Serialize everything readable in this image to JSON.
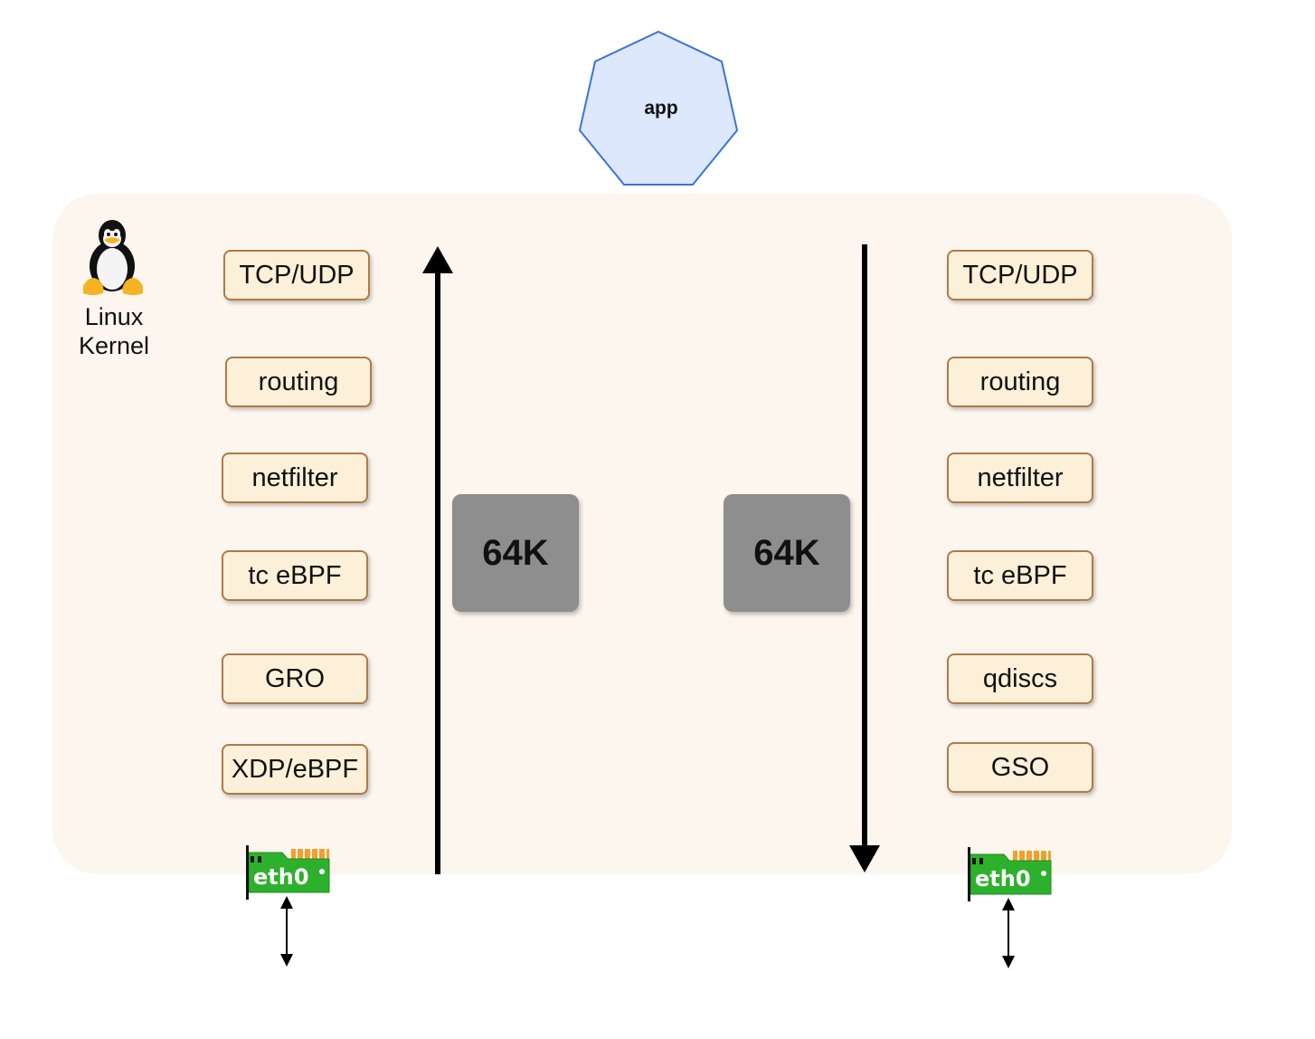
{
  "app": {
    "label": "app"
  },
  "kernel": {
    "label_line1": "Linux",
    "label_line2": "Kernel",
    "icon": "tux-penguin-icon"
  },
  "rx_path": {
    "stages": [
      "TCP/UDP",
      "routing",
      "netfilter",
      "tc eBPF",
      "GRO",
      "XDP/eBPF"
    ],
    "block_label": "64K",
    "direction": "up"
  },
  "tx_path": {
    "stages": [
      "TCP/UDP",
      "routing",
      "netfilter",
      "tc eBPF",
      "qdiscs",
      "GSO"
    ],
    "block_label": "64K",
    "direction": "down"
  },
  "nics": {
    "rx_label": "eth0",
    "tx_label": "eth0"
  },
  "colors": {
    "kernel_background": "#fdf6ee",
    "stage_fill": "#fdf0d8",
    "stage_border": "#b07a48",
    "block_fill": "#8e8e8e",
    "app_fill": "#dde8fc",
    "app_border": "#3b74d9",
    "nic_green": "#2db12d",
    "nic_contacts": "#f59e2b"
  }
}
